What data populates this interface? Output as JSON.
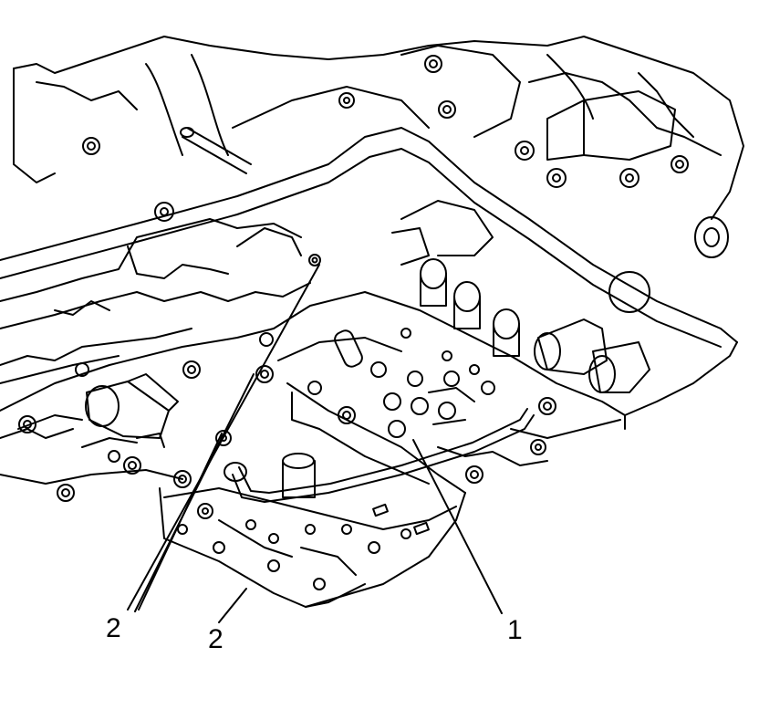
{
  "callouts": {
    "one": "1",
    "two_left": "2",
    "two_right": "2"
  }
}
